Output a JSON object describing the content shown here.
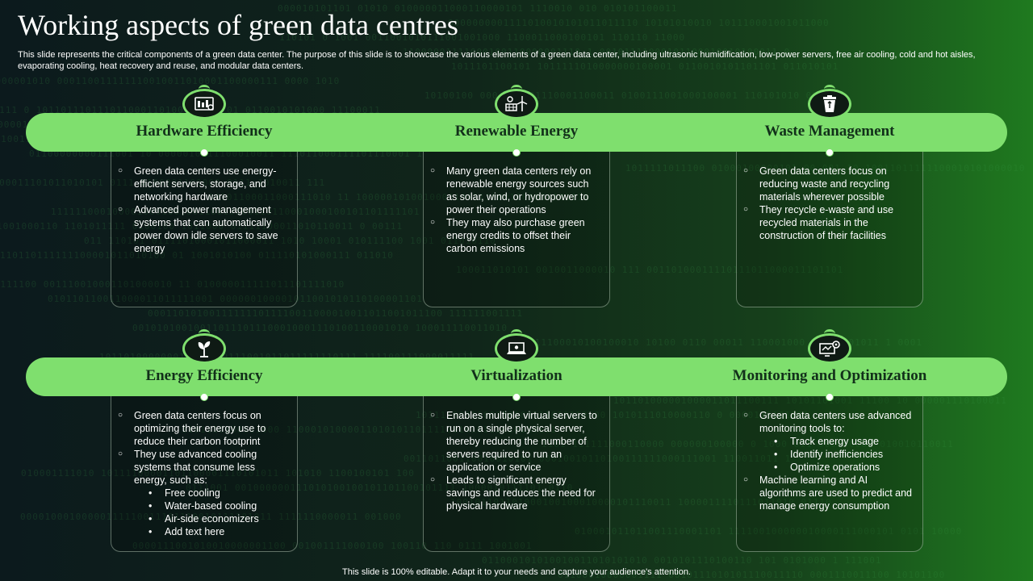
{
  "slide": {
    "title": "Working aspects of green data centres",
    "subtitle": "This slide represents the critical components of a green data center. The purpose of this slide is to showcase the various elements of a green data center, including ultrasonic humidification, low-power servers, free air cooling, cold and hot aisles, evaporating cooling, heat recovery and reuse, and modular data centers.",
    "footer": "This slide is 100% editable. Adapt it to your needs and capture your audience's attention.",
    "accent_color": "#7fdf6e"
  },
  "sections": [
    {
      "heading": "Hardware Efficiency",
      "icon": "server-dashboard-icon",
      "bullets": [
        {
          "text": "Green data centers use energy-efficient servers, storage, and networking hardware"
        },
        {
          "text": "Advanced power management systems that can automatically power down idle servers to save energy"
        }
      ]
    },
    {
      "heading": "Renewable Energy",
      "icon": "solar-wind-icon",
      "bullets": [
        {
          "text": "Many green data centers rely on renewable energy sources such as solar, wind, or hydropower to power their operations"
        },
        {
          "text": "They may also purchase green energy credits to offset their carbon emissions"
        }
      ]
    },
    {
      "heading": "Waste Management",
      "icon": "recycle-bin-icon",
      "bullets": [
        {
          "text": "Green data centers focus on reducing waste and recycling materials wherever  possible"
        },
        {
          "text": "They recycle e-waste and use recycled materials in the construction of their facilities"
        }
      ]
    },
    {
      "heading": "Energy Efficiency",
      "icon": "plant-bulb-icon",
      "bullets": [
        {
          "text": "Green data centers focus on optimizing their energy use to reduce their carbon footprint"
        },
        {
          "text": "They use advanced cooling systems that consume less energy, such as:",
          "sub": [
            "Free cooling",
            "Water-based cooling",
            "Air-side economizers",
            "Add text here"
          ]
        }
      ]
    },
    {
      "heading": "Virtualization",
      "icon": "laptop-network-icon",
      "bullets": [
        {
          "text": "Enables multiple virtual servers to run on a single physical server, thereby reducing the number of servers required to run an application or service"
        },
        {
          "text": "Leads to significant energy savings and reduces the need for physical hardware"
        }
      ]
    },
    {
      "heading": "Monitoring and Optimization",
      "icon": "monitor-gear-icon",
      "bullets": [
        {
          "text": "Green data centers use advanced  monitoring tools to:",
          "sub": [
            "Track energy usage",
            "Identify inefficiencies",
            "Optimize operations"
          ]
        },
        {
          "text": "Machine learning and AI algorithms are used to predict and manage energy consumption"
        }
      ]
    }
  ]
}
